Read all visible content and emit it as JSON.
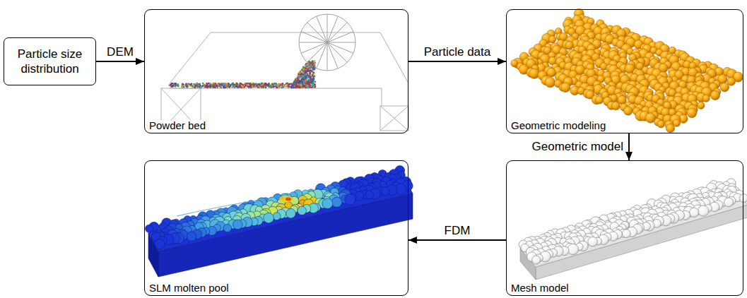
{
  "diagram": {
    "nodes": [
      {
        "text": [
          "Particle size distribution"
        ]
      },
      {
        "text": [
          "Powder bed"
        ]
      },
      {
        "text": [
          "Geometric modeling"
        ]
      },
      {
        "text": [
          "Mesh model"
        ]
      },
      {
        "text": [
          "SLM molten pool"
        ]
      }
    ],
    "edges": [
      {
        "from": 0,
        "to": 1,
        "arrow": "to",
        "label": "DEM"
      },
      {
        "from": 1,
        "to": 2,
        "arrow": "to",
        "label": "Particle data"
      },
      {
        "from": 2,
        "to": 3,
        "arrow": "to",
        "label": "Geometric model"
      },
      {
        "from": 3,
        "to": 4,
        "arrow": "to",
        "label": "FDM"
      }
    ]
  }
}
